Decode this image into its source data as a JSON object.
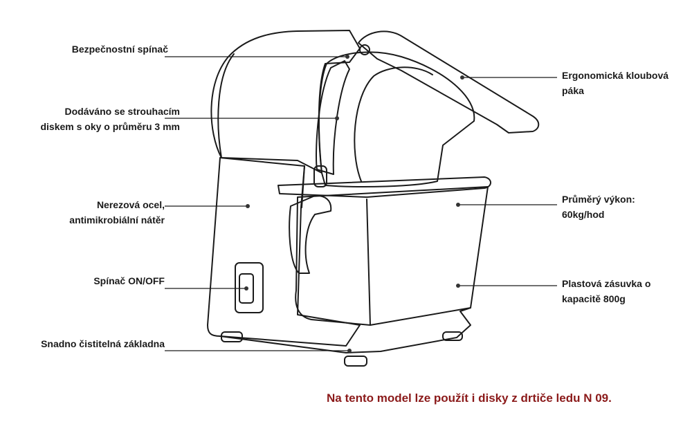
{
  "colors": {
    "line": "#1a1a1a",
    "leader_dot": "#333333",
    "note": "#8b1a1a"
  },
  "labels": {
    "safety_switch": "Bezpečnostní spínač",
    "disk_line1": "Dodáváno se strouhacím",
    "disk_line2": "diskem s oky o průměru 3 mm",
    "steel_line1": "Nerezová ocel,",
    "steel_line2": "antimikrobiální nátěr",
    "onoff": "Spínač ON/OFF",
    "base": "Snadno čistitelná základna",
    "lever_line1": "Ergonomická kloubová",
    "lever_line2": "páka",
    "output_line1": "Průměrý výkon:",
    "output_line2": "60kg/hod",
    "drawer_line1": "Plastová zásuvka o",
    "drawer_line2": "kapacitě 800g"
  },
  "note": "Na tento model lze použít i disky z drtiče ledu N 09."
}
